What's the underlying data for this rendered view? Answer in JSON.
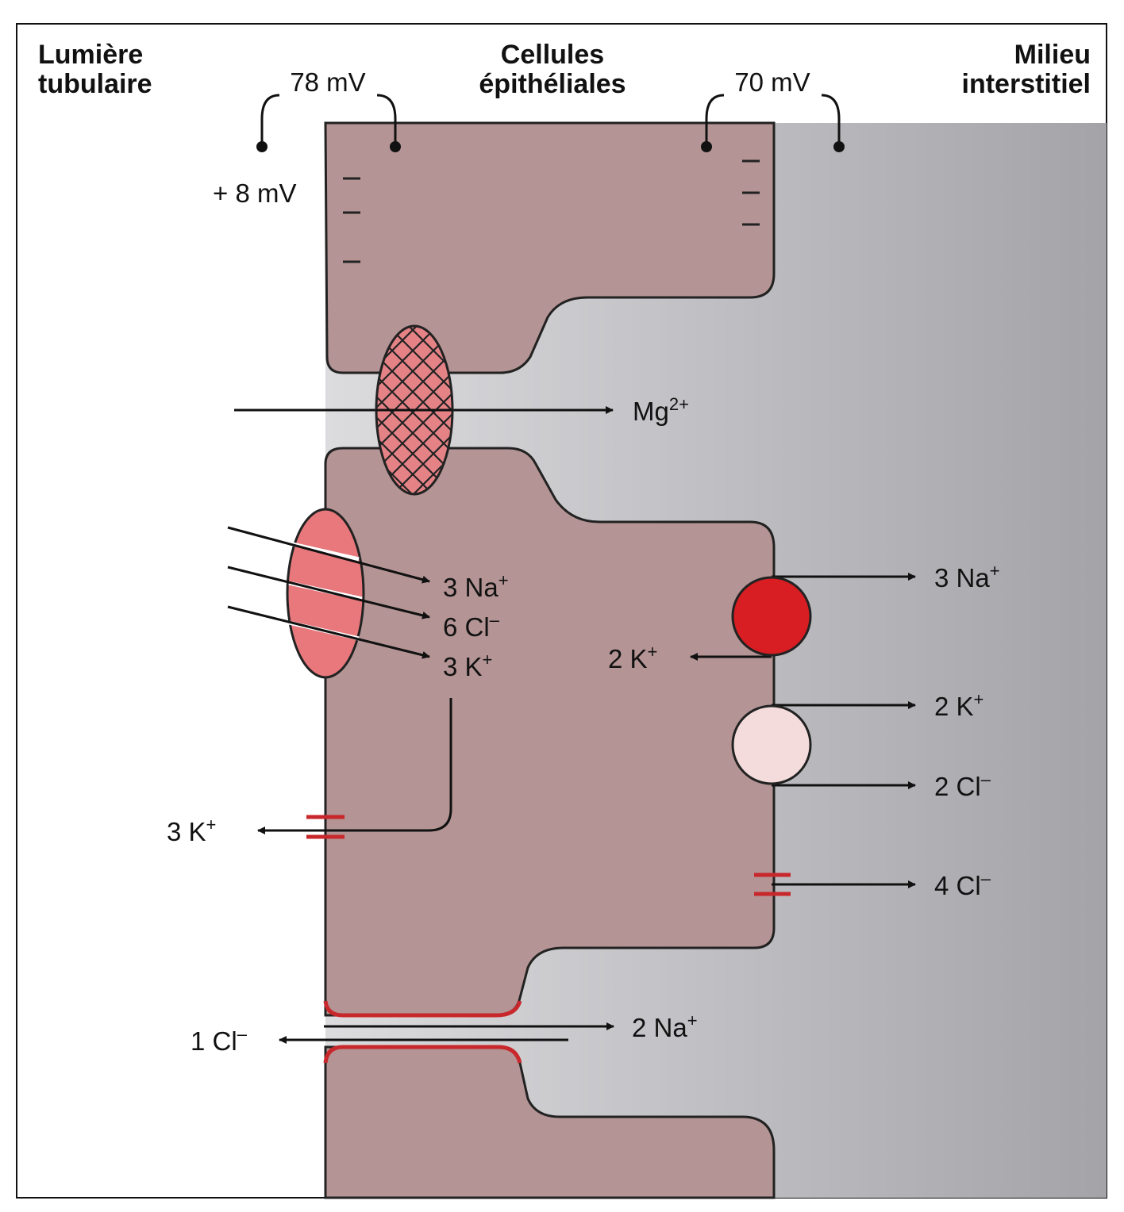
{
  "headers": {
    "lumen_line1": "Lumière",
    "lumen_line2": "tubulaire",
    "cells_line1": "Cellules",
    "cells_line2": "épithéliales",
    "interstitium_line1": "Milieu",
    "interstitium_line2": "interstitiel"
  },
  "voltages": {
    "apical": "78 mV",
    "basolateral": "70 mV",
    "transepithelial": "+ 8 mV"
  },
  "ions": {
    "mg": {
      "base": "Mg",
      "sup": "2+"
    },
    "nkcc_na": {
      "base": "3 Na",
      "sup": "+"
    },
    "nkcc_cl": {
      "base": "6 Cl",
      "sup": "–"
    },
    "nkcc_k": {
      "base": "3 K",
      "sup": "+"
    },
    "romk_k": {
      "base": "3 K",
      "sup": "+"
    },
    "pump_na": {
      "base": "3 Na",
      "sup": "+"
    },
    "pump_k": {
      "base": "2 K",
      "sup": "+"
    },
    "kcc_k": {
      "base": "2 K",
      "sup": "+"
    },
    "kcc_cl": {
      "base": "2 Cl",
      "sup": "–"
    },
    "clc_cl": {
      "base": "4 Cl",
      "sup": "–"
    },
    "para_na": {
      "base": "2 Na",
      "sup": "+"
    },
    "para_cl": {
      "base": "1 Cl",
      "sup": "–"
    }
  },
  "colors": {
    "cell": "#b49494",
    "interstitium_dark": "#a8a8ac",
    "interstitium_light": "#d6d6d8",
    "nkcc": "#e8787c",
    "crosshatch": "#e07a7e",
    "pump": "#d81e22",
    "kcc": "#f4dcdc",
    "channel": "#c8282c"
  }
}
